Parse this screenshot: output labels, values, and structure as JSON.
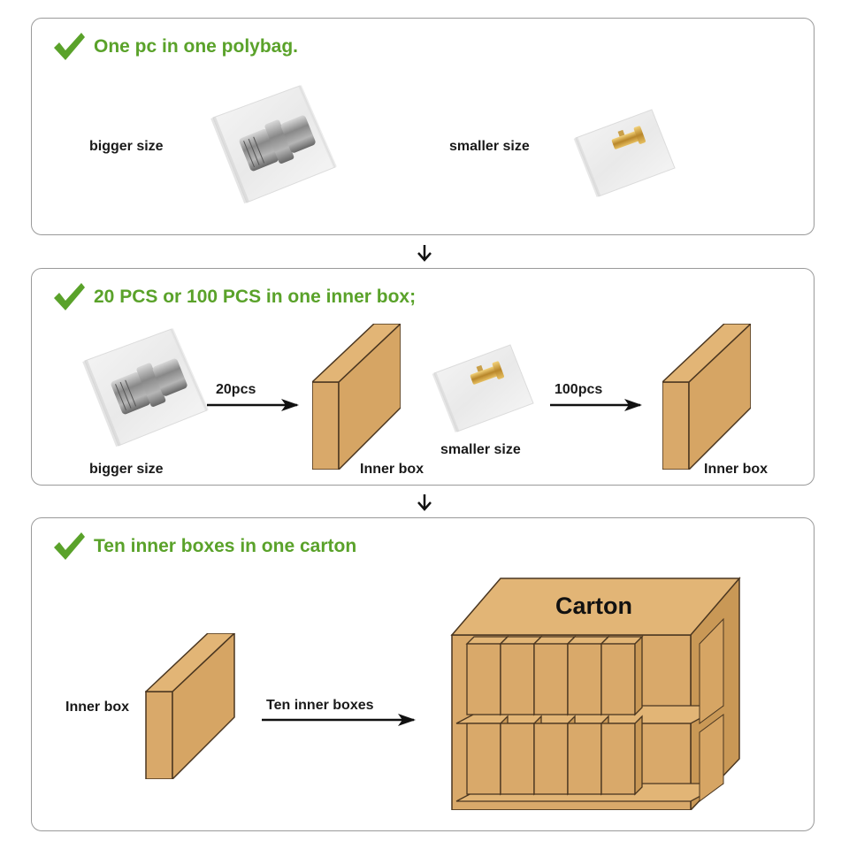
{
  "panel1": {
    "heading": "One pc  in one polybag.",
    "left_label": "bigger size",
    "right_label": "smaller size"
  },
  "panel2": {
    "heading": "20 PCS or 100 PCS in one inner box;",
    "left_label": "bigger size",
    "arrow1_label": "20pcs",
    "box1_label": "Inner box",
    "mid_label": "smaller size",
    "arrow2_label": "100pcs",
    "box2_label": "Inner box"
  },
  "panel3": {
    "heading": "Ten inner boxes in one carton",
    "left_label": "Inner box",
    "arrow_label": "Ten inner boxes",
    "carton_label": "Carton"
  },
  "colors": {
    "accent": "#5aa22a",
    "box_front": "#d9a96a",
    "box_side": "#c99856",
    "box_top": "#e4b877"
  }
}
